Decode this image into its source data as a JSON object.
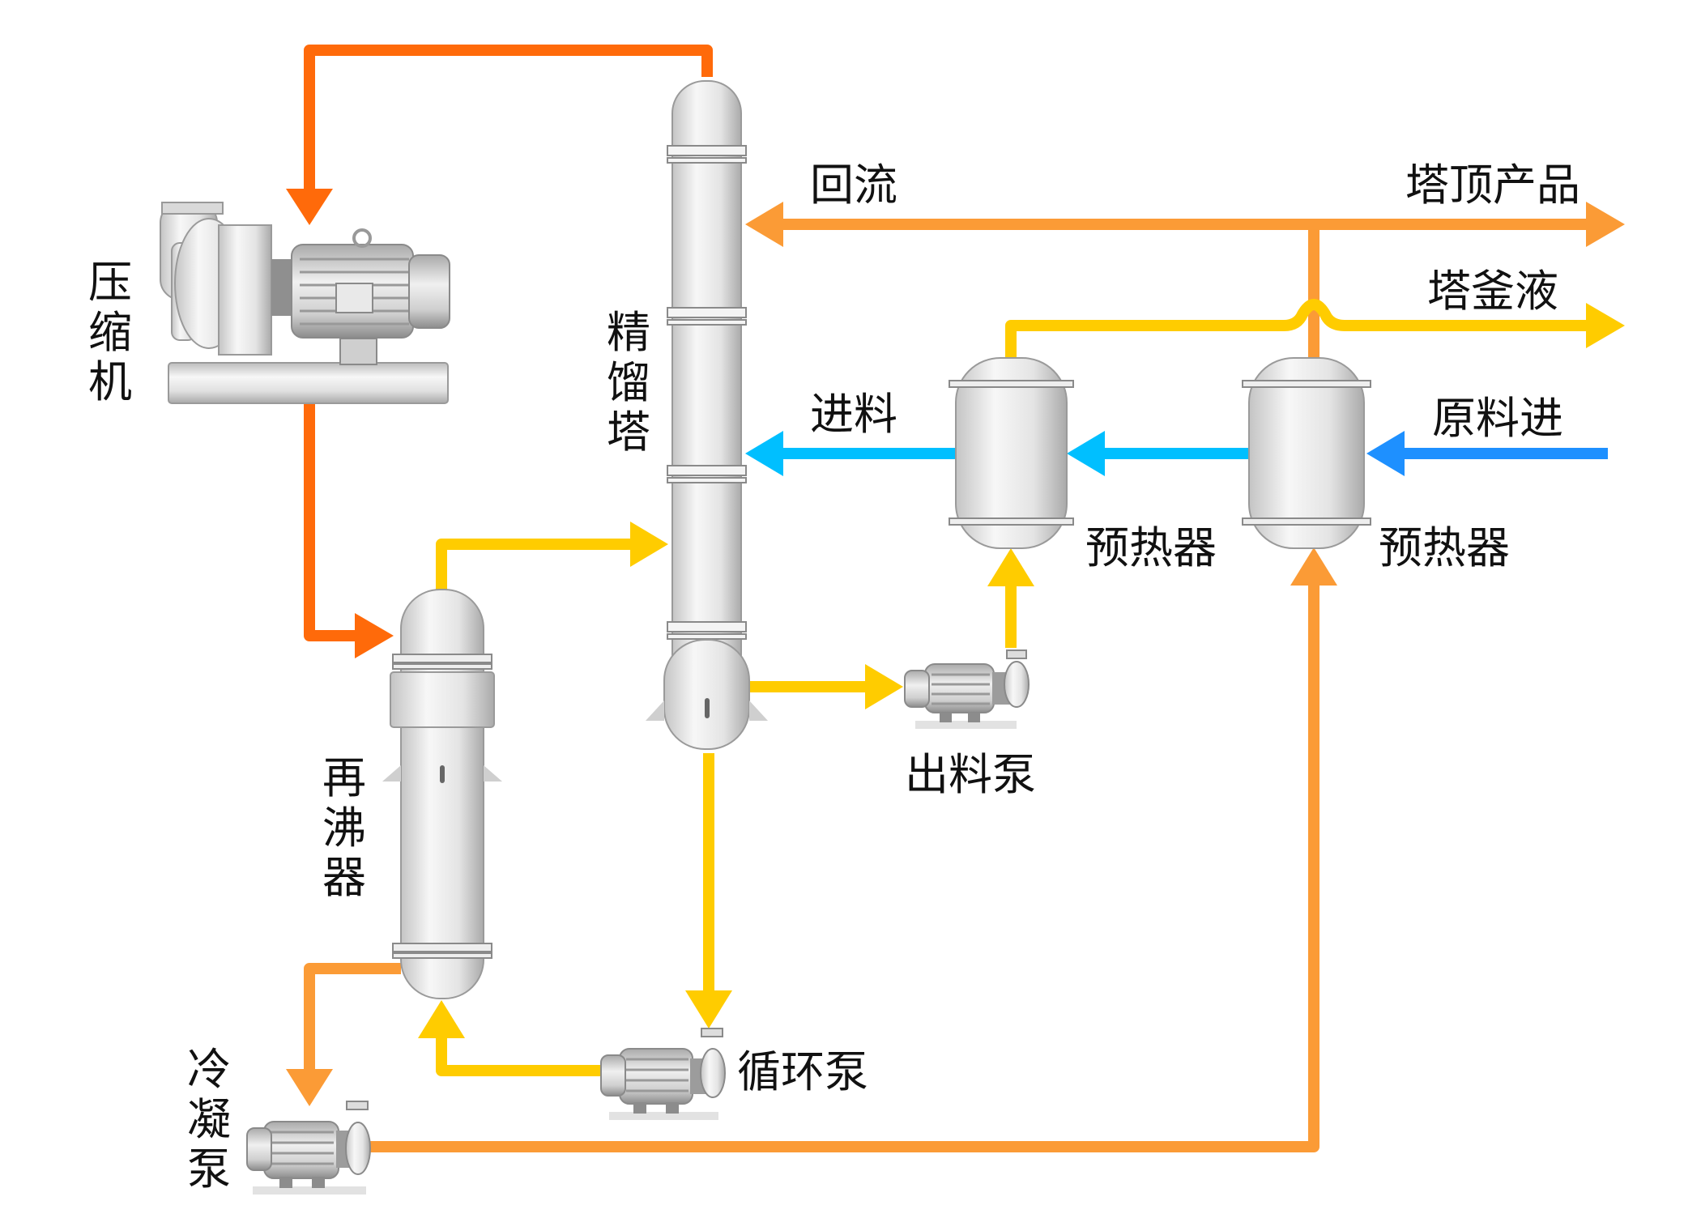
{
  "labels": {
    "compressor": "压\n缩\n机",
    "column": "精\n馏\n塔",
    "reboiler": "再\n沸\n器",
    "condensate_pump": "冷\n凝\n泵",
    "reflux": "回流",
    "top_product": "塔顶产品",
    "bottoms_liquid": "塔釜液",
    "feed": "进料",
    "raw_feed_in": "原料进",
    "preheater_1": "预热器",
    "preheater_2": "预热器",
    "discharge_pump": "出料泵",
    "circulation_pump": "循环泵"
  },
  "colors": {
    "vapor_line": "#FF6A0A",
    "hot_line": "#FB9B36",
    "bottoms_line": "#FFCC00",
    "feed_line": "#00BFFF",
    "raw_feed_line": "#1E90FF",
    "equipment": "#E4E4E4"
  }
}
